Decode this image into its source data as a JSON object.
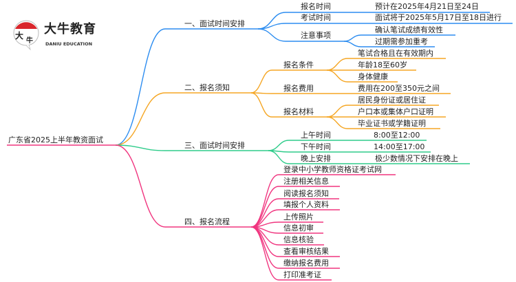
{
  "logo": {
    "name": "大牛教育",
    "subtitle": "DANIU EDUCATION",
    "mark": "大牛"
  },
  "root": "广东省2025上半年教资面试",
  "colors": {
    "blue": "#2b8cf0",
    "orange": "#f5a623",
    "green": "#2ecc8a",
    "pink": "#f0357f"
  },
  "b1": {
    "label": "一、面试时间安排",
    "items": [
      {
        "label": "报名时间",
        "value": "预计在2025年4月21日至24日"
      },
      {
        "label": "考试时间",
        "value": "面试将于2025年5月17日至18日进行"
      },
      {
        "label": "注意事项",
        "values": [
          "确认笔试成绩有效性",
          "过期需参加重考"
        ]
      }
    ]
  },
  "b2": {
    "label": "二、报名须知",
    "items": [
      {
        "label": "报名条件",
        "values": [
          "笔试合格且在有效期内",
          "年龄18至60岁",
          "身体健康"
        ]
      },
      {
        "label": "报名费用",
        "values": [
          "费用在200至350元之间"
        ]
      },
      {
        "label": "报名材料",
        "values": [
          "居民身份证或居住证",
          "户口本或集体户口证明",
          "毕业证书或学籍证明"
        ]
      }
    ]
  },
  "b3": {
    "label": "三、面试时间安排",
    "items": [
      {
        "label": "上午时间",
        "value": "8:00至12:00"
      },
      {
        "label": "下午时间",
        "value": "14:00至17:00"
      },
      {
        "label": "晚上安排",
        "value": "极少数情况下安排在晚上"
      }
    ]
  },
  "b4": {
    "label": "四、报名流程",
    "steps": [
      "登录中小学教师资格证考试网",
      "注册相关信息",
      "阅读报名须知",
      "填报个人资料",
      "上传照片",
      "信息初审",
      "信息核验",
      "查看审核结果",
      "缴纳报名费用",
      "打印准考证"
    ]
  }
}
